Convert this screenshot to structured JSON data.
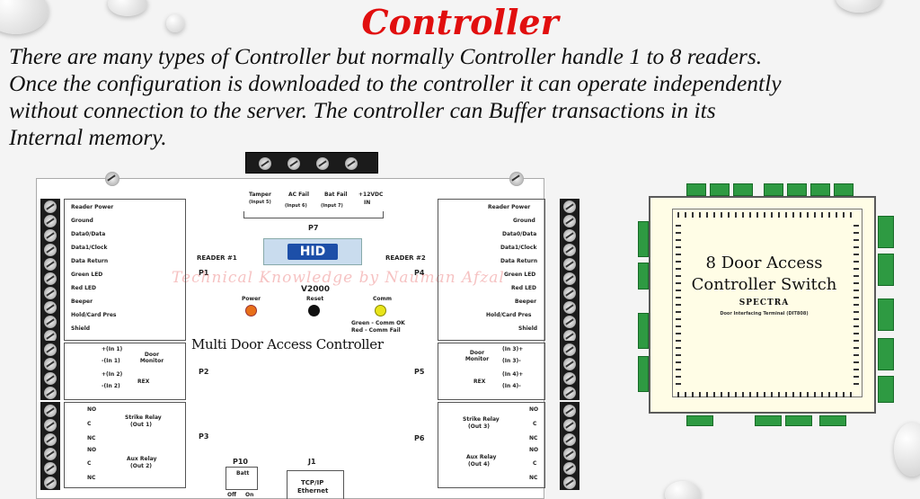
{
  "title": "Controller",
  "paragraph": [
    "There are many types of Controller but normally Controller handle 1 to 8 readers.",
    "Once the configuration is downloaded to the controller it can operate independently",
    "without connection to the server. The controller can Buffer transactions in its",
    "Internal memory."
  ],
  "left_board": {
    "top_terminals": [
      "Tamper",
      "AC Fail",
      "Bat Fail",
      "+12VDC"
    ],
    "top_terminal_subs": [
      "(Input 5)",
      "(Input 6)",
      "(Input 7)",
      "IN"
    ],
    "p7": "P7",
    "hid": "HID",
    "reader1": "READER #1",
    "reader2": "READER #2",
    "p1": "P1",
    "p2": "P2",
    "p3": "P3",
    "p4": "P4",
    "p5": "P5",
    "p6": "P6",
    "model": "V2000",
    "watermark": "Technical Knowledge by Nauman Afzal",
    "leds": [
      "Power",
      "Reset",
      "Comm"
    ],
    "comm_note": [
      "Green - Comm OK",
      "Red - Comm Fail"
    ],
    "caption": "Multi Door Access Controller",
    "reader_pins_left": [
      "Reader Power",
      "Ground",
      "Data0/Data",
      "Data1/Clock",
      "Data Return",
      "Green LED",
      "Red LED",
      "Beeper",
      "Hold/Card Pres",
      "Shield"
    ],
    "reader_pins_right": [
      "Reader Power",
      "Ground",
      "Data0/Data",
      "Data1/Clock",
      "Data Return",
      "Green LED",
      "Red LED",
      "Beeper",
      "Hold/Card Pres",
      "Shield"
    ],
    "inputs_left": [
      "+(In 1)",
      "-(In 1)",
      "+(In 2)",
      "-(In 2)"
    ],
    "inputs_right": [
      "(In 3)+",
      "(In 3)-",
      "(In 4)+",
      "(In 4)-"
    ],
    "door_monitor": "Door Monitor",
    "rex": "REX",
    "relay_pins": [
      "NO",
      "C",
      "NC",
      "NO",
      "C",
      "NC"
    ],
    "strike_left": [
      "Strike Relay",
      "(Out 1)"
    ],
    "aux_left": [
      "Aux Relay",
      "(Out 2)"
    ],
    "strike_right": [
      "Strike Relay",
      "(Out 3)"
    ],
    "aux_right": [
      "Aux Relay",
      "(Out 4)"
    ],
    "p10": "P10",
    "batt": "Batt",
    "off_on": [
      "Off",
      "On"
    ],
    "j1": "J1",
    "tcpip": [
      "TCP/IP",
      "Ethernet"
    ]
  },
  "right_board": {
    "line1": "8 Door Access",
    "line2": "Controller Switch",
    "brand": "SPECTRA",
    "tagline": "Door Interfacing Terminal (DIT808)"
  },
  "colors": {
    "title": "#e10f0f",
    "power_led": "#e8701a",
    "reset_led": "#111111",
    "comm_led": "#e8e41a",
    "terminal_green": "#2e9a42"
  }
}
